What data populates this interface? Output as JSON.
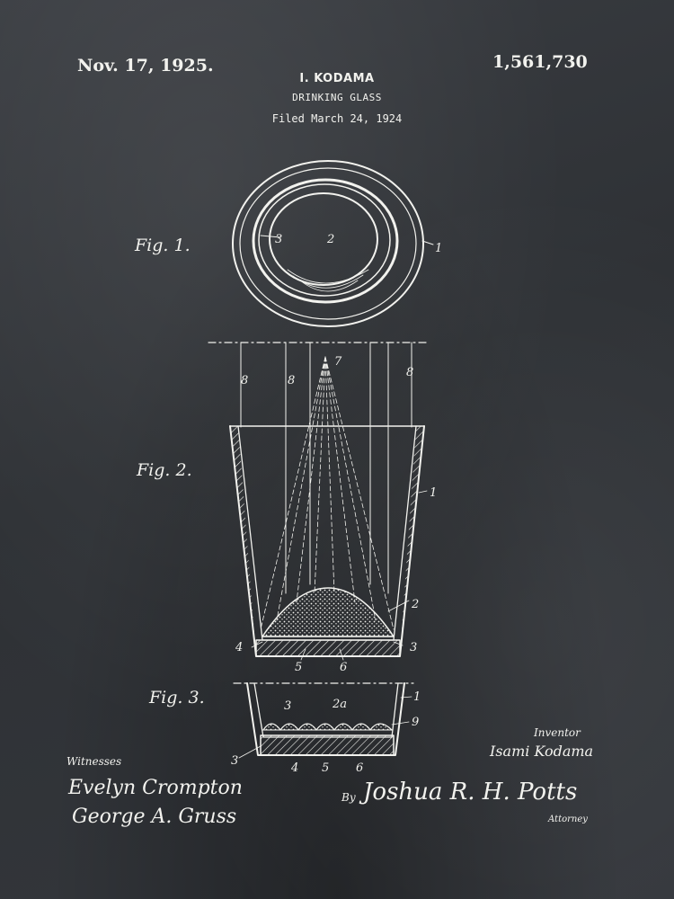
{
  "header": {
    "date": "Nov. 17, 1925.",
    "patent_number": "1,561,730",
    "inventor_name": "I. KODAMA",
    "title": "DRINKING GLASS",
    "filed": "Filed March 24, 1924"
  },
  "figures": {
    "fig1": "Fig. 1.",
    "fig2": "Fig. 2.",
    "fig3": "Fig. 3."
  },
  "reference_numerals": {
    "fig1": [
      "3",
      "2",
      "1"
    ],
    "fig2": [
      "8",
      "8",
      "7",
      "8",
      "1",
      "2",
      "4",
      "3",
      "5",
      "6"
    ],
    "fig3": [
      "3",
      "2a",
      "1",
      "9",
      "3",
      "4",
      "5",
      "6"
    ]
  },
  "signatures": {
    "witnesses_label": "Witnesses",
    "witness_1": "Evelyn Crompton",
    "witness_2": "George A. Gruss",
    "inventor_label": "Inventor",
    "inventor_signature": "Isami Kodama",
    "by_label": "By",
    "attorney_signature": "Joshua R. H. Potts",
    "attorney_label": "Attorney"
  },
  "colors": {
    "background": "#2f3236",
    "ink": "#f2f2ee"
  }
}
